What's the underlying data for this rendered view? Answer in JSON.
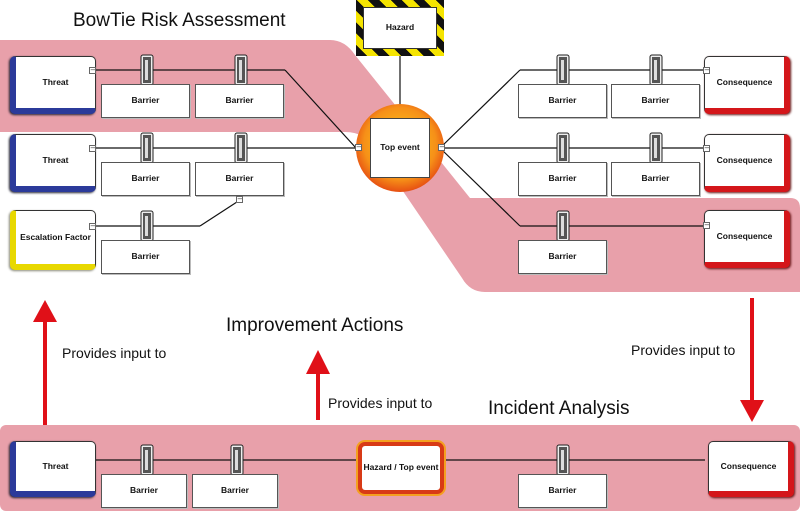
{
  "title": "BowTie Risk Assessment",
  "incident_title": "Incident Analysis",
  "improvement_title": "Improvement Actions",
  "arrow_labels": {
    "left": "Provides input to",
    "middle": "Provides input to",
    "right": "Provides input to"
  },
  "nodes": {
    "hazard": "Hazard",
    "top_event": "Top event",
    "threat_1": "Threat",
    "threat_2": "Threat",
    "escalation_factor": "Escalation Factor",
    "consequence_1": "Consequence",
    "consequence_2": "Consequence",
    "consequence_3": "Consequence",
    "barrier_label": "Barrier",
    "incident_threat": "Threat",
    "incident_hazard_top": "Hazard / Top event",
    "incident_consequence": "Consequence"
  },
  "colors": {
    "band": "#e8a0aa",
    "arrow": "#e01018",
    "threat": "#2b3a9a",
    "escalation": "#e8d800",
    "consequence": "#d4161a"
  }
}
